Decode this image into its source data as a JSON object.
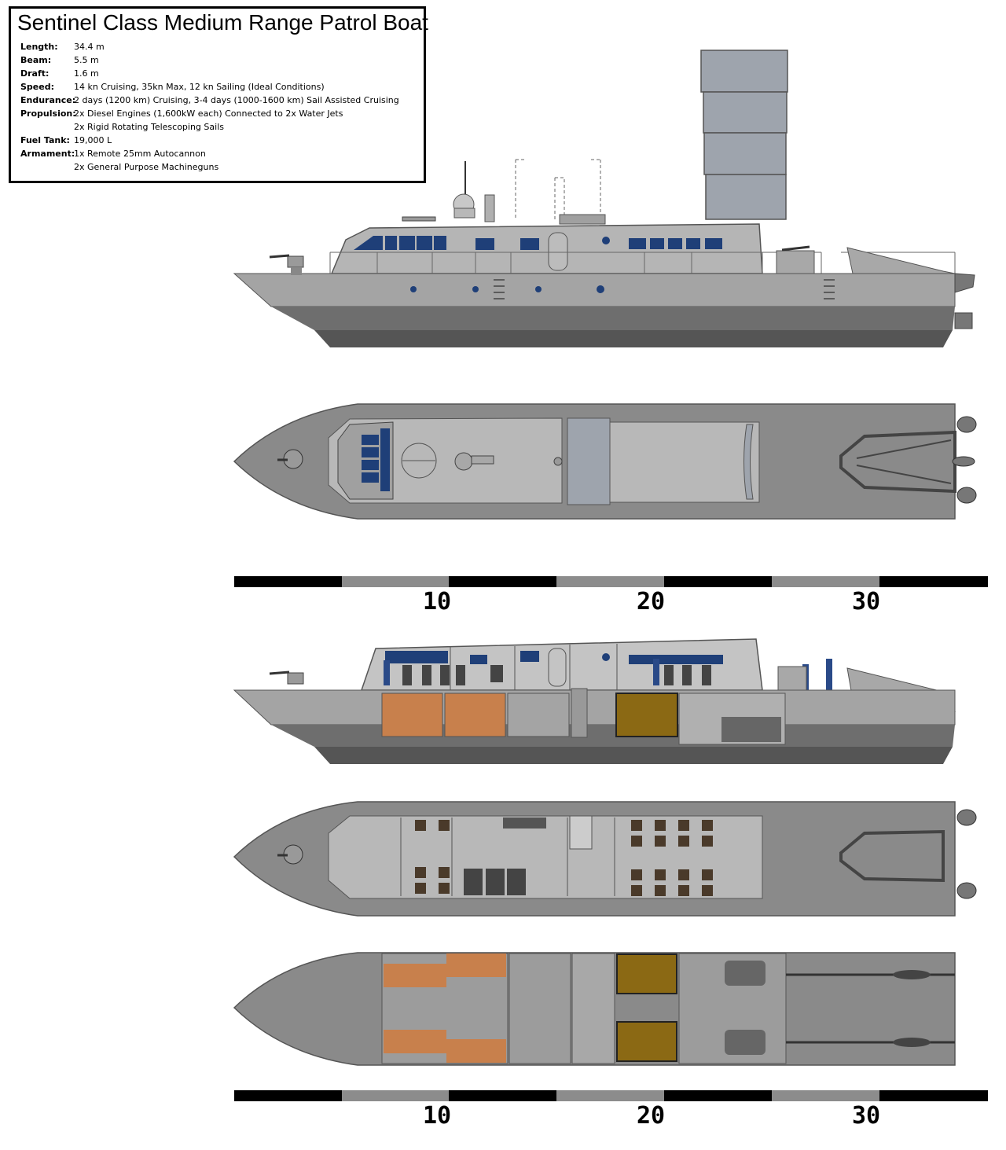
{
  "title": "Sentinel Class Medium Range Patrol Boat",
  "specs": [
    {
      "label": "Length:",
      "value": "34.4 m"
    },
    {
      "label": "Beam:",
      "value": "5.5 m"
    },
    {
      "label": "Draft:",
      "value": "1.6 m"
    },
    {
      "label": "Speed:",
      "value": "14 kn Cruising, 35kn Max, 12 kn Sailing (Ideal Conditions)"
    },
    {
      "label": "Endurance:",
      "value": "2 days (1200 km) Cruising, 3-4 days (1000-1600 km) Sail Assisted Cruising"
    },
    {
      "label": "Propulsion:",
      "value": "2x Diesel Engines (1,600kW each) Connected to 2x Water Jets"
    },
    {
      "label": "",
      "value": "2x Rigid Rotating Telescoping Sails"
    },
    {
      "label": "Fuel Tank:",
      "value": "19,000 L"
    },
    {
      "label": "Armament:",
      "value": "1x Remote 25mm Autocannon"
    },
    {
      "label": "",
      "value": "2x General Purpose Machineguns"
    }
  ],
  "scale_bars": [
    {
      "labels": [
        "10",
        "20",
        "30"
      ]
    },
    {
      "labels": [
        "10",
        "20",
        "30"
      ]
    }
  ],
  "colors": {
    "hull_light": "#a4a4a4",
    "hull_mid": "#8c8c8c",
    "hull_dark": "#6e6e6e",
    "hull_keel": "#555555",
    "deck_top": "#8a8a8a",
    "superstructure": "#c4c4c4",
    "window": "#1f3f78",
    "sail": "#9ea4ad",
    "crew_bunk": "#c8804c",
    "storage": "#8b6914",
    "scale_dark": "#000000",
    "scale_light": "#8c8c8c"
  }
}
